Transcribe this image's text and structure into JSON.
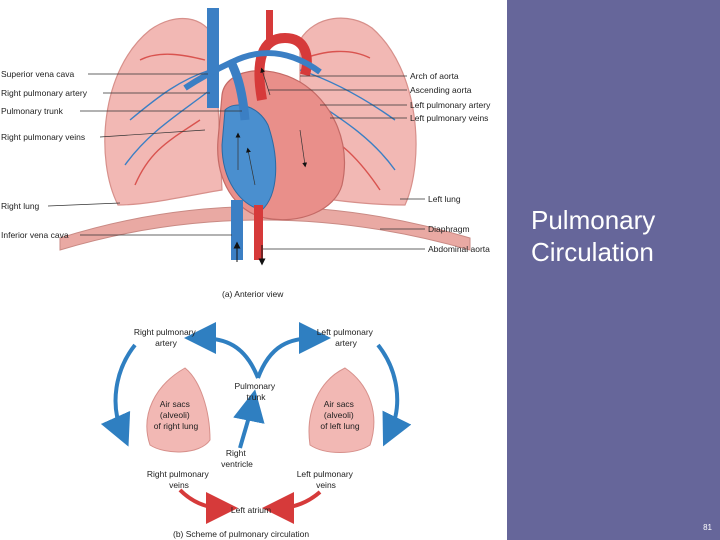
{
  "slide": {
    "title_line1": "Pulmonary",
    "title_line2": "Circulation",
    "page_number": "81",
    "sidebar_color": "#66669a"
  },
  "diagram_a": {
    "caption": "(a) Anterior view",
    "left_labels": [
      "Superior vena cava",
      "Right pulmonary artery",
      "Pulmonary trunk",
      "Right pulmonary veins",
      "Right lung",
      "Inferior vena cava"
    ],
    "right_labels": [
      "Arch of aorta",
      "Ascending aorta",
      "Left pulmonary artery",
      "Left pulmonary veins",
      "Left lung",
      "Diaphragm",
      "Abdominal aorta"
    ]
  },
  "diagram_b": {
    "caption": "(b) Scheme of pulmonary circulation",
    "right_pulmonary_artery": [
      "Right pulmonary",
      "artery"
    ],
    "left_pulmonary_artery": [
      "Left pulmonary",
      "artery"
    ],
    "pulmonary_trunk": [
      "Pulmonary",
      "trunk"
    ],
    "right_lung_sacs": [
      "Air sacs",
      "(alveoli)",
      "of right lung"
    ],
    "left_lung_sacs": [
      "Air sacs",
      "(alveoli)",
      "of left lung"
    ],
    "right_ventricle": [
      "Right",
      "ventricle"
    ],
    "right_pulmonary_veins": [
      "Right pulmonary",
      "veins"
    ],
    "left_pulmonary_veins": [
      "Left pulmonary",
      "veins"
    ],
    "left_atrium": "Left atrium"
  },
  "colors": {
    "oxygen_poor": "#2f7fc1",
    "oxygen_rich": "#d63a3a",
    "lung_tissue": "#f2b8b4"
  }
}
